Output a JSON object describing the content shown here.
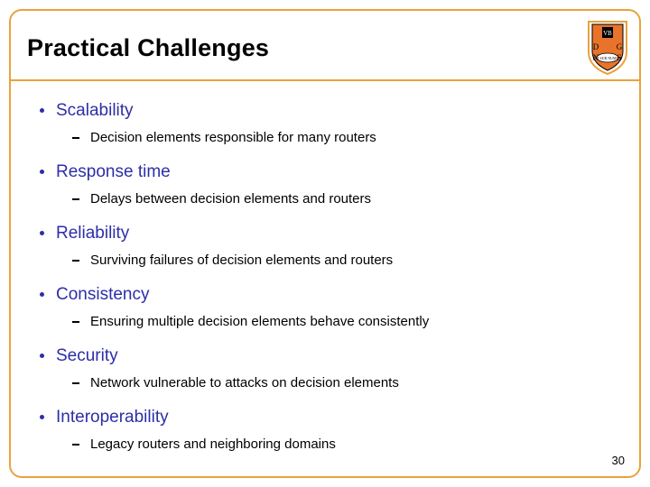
{
  "slide": {
    "title": "Practical Challenges",
    "page_number": "30",
    "accent_color": "#E8A33D",
    "bullet_color": "#2E2EA8",
    "crest_icon": "princeton-shield-icon",
    "items": [
      {
        "heading": "Scalability",
        "detail": "Decision elements responsible for many routers"
      },
      {
        "heading": "Response time",
        "detail": "Delays between decision elements and routers"
      },
      {
        "heading": "Reliability",
        "detail": "Surviving failures of decision elements and routers"
      },
      {
        "heading": "Consistency",
        "detail": "Ensuring multiple decision elements behave consistently"
      },
      {
        "heading": "Security",
        "detail": "Network vulnerable to attacks on decision elements"
      },
      {
        "heading": "Interoperability",
        "detail": "Legacy routers and neighboring domains"
      }
    ]
  }
}
